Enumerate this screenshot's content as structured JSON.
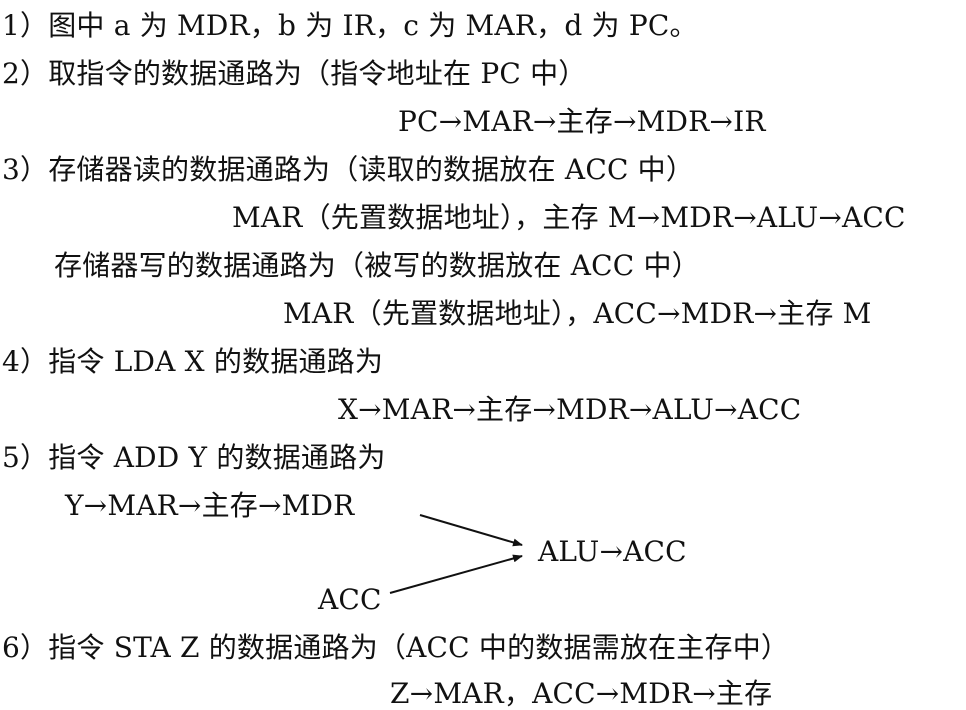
{
  "lines": {
    "l1": "1）图中 a 为 MDR，b 为 IR，c 为 MAR，d 为 PC。",
    "l2": "2）取指令的数据通路为（指令地址在 PC 中）",
    "l2p": "PC→MAR→主存→MDR→IR",
    "l3": "3）存储器读的数据通路为（读取的数据放在 ACC 中）",
    "l3p": "MAR（先置数据地址），主存 M→MDR→ALU→ACC",
    "l3w": "存储器写的数据通路为（被写的数据放在 ACC 中）",
    "l3wp": "MAR（先置数据地址），ACC→MDR→主存 M",
    "l4": "4）指令 LDA X 的数据通路为",
    "l4p": "X→MAR→主存→MDR→ALU→ACC",
    "l5": "5）指令 ADD Y 的数据通路为",
    "l5a": "Y→MAR→主存→MDR",
    "l5r": "ALU→ACC",
    "l5b": "ACC",
    "l6": "6）指令 STA Z 的数据通路为（ACC 中的数据需放在主存中）",
    "l6p": "Z→MAR，ACC→MDR→主存"
  }
}
